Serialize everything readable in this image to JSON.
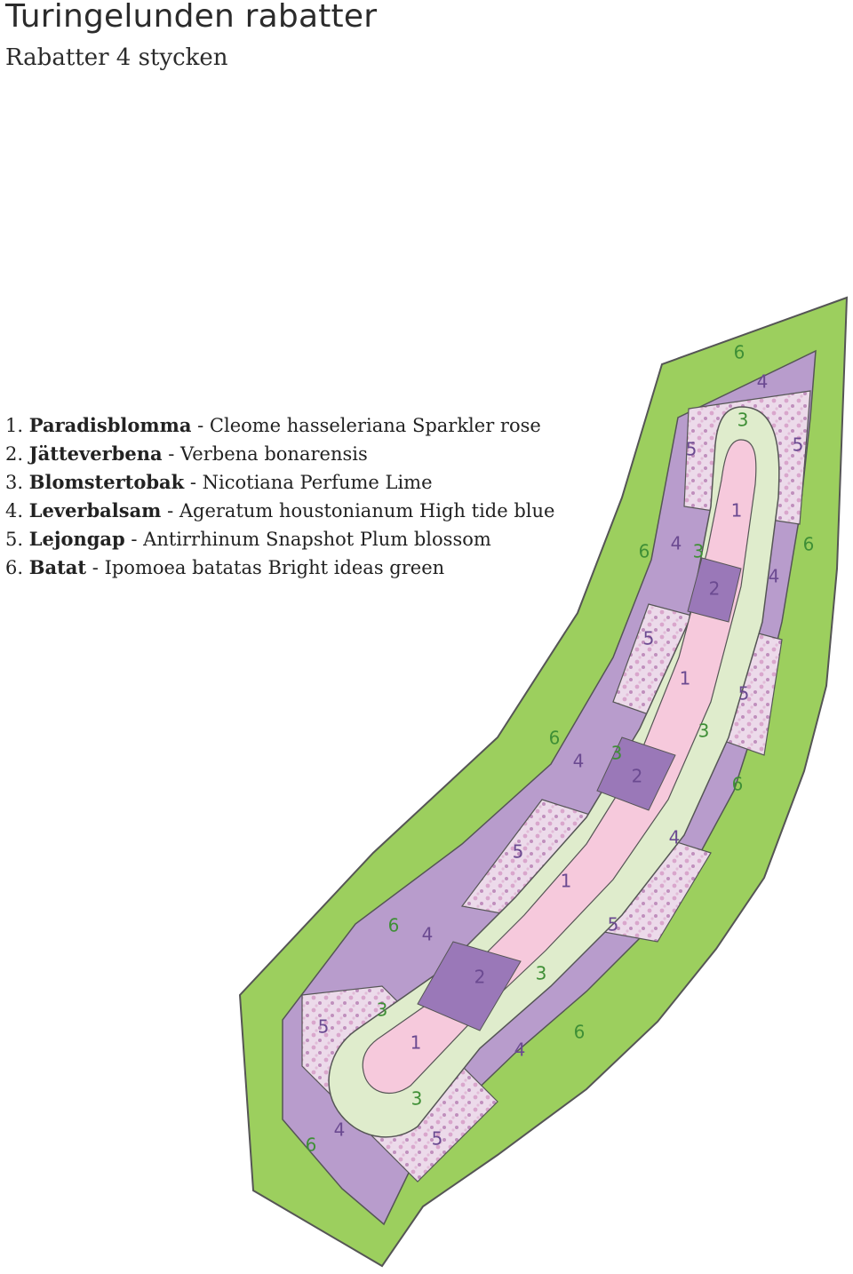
{
  "header": {
    "title": "Turingelunden rabatter",
    "subtitle": "Rabatter 4 stycken"
  },
  "legend": [
    {
      "num": "1.",
      "name": "Paradisblomma",
      "latin": "Cleome hasseleriana Sparkler rose"
    },
    {
      "num": "2.",
      "name": "Jätteverbena",
      "latin": "Verbena bonarensis"
    },
    {
      "num": "3.",
      "name": "Blomstertobak",
      "latin": "Nicotiana Perfume Lime"
    },
    {
      "num": "4.",
      "name": "Leverbalsam",
      "latin": "Ageratum houstonianum High tide blue"
    },
    {
      "num": "5.",
      "name": "Lejongap",
      "latin": "Antirrhinum Snapshot Plum blossom"
    },
    {
      "num": "6.",
      "name": "Batat",
      "latin": "Ipomoea batatas Bright ideas green"
    }
  ],
  "separator": " - ",
  "colors": {
    "1": "#f6c9dc",
    "2": "#9a78b8",
    "3": "#dfeccc",
    "4": "#b89ccc",
    "5": "#ecdaea",
    "6": "#9ccf5e",
    "label_green": "#3f8f36",
    "label_purple": "#6b4a91",
    "outline": "#555555"
  },
  "zone_labels": [
    "6",
    "4",
    "3",
    "5",
    "5",
    "1",
    "6",
    "4",
    "3",
    "6",
    "2",
    "4",
    "5",
    "1",
    "5",
    "3",
    "6",
    "4",
    "3",
    "2",
    "6",
    "4",
    "5",
    "1",
    "6",
    "4",
    "5",
    "2",
    "3",
    "3",
    "5",
    "1",
    "6",
    "4",
    "3",
    "6",
    "4",
    "5"
  ]
}
